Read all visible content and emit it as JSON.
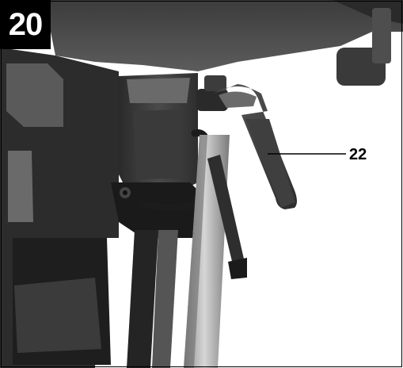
{
  "figure": {
    "number": "20",
    "callouts": [
      {
        "label": "22",
        "target": "clamping-lever"
      }
    ]
  }
}
